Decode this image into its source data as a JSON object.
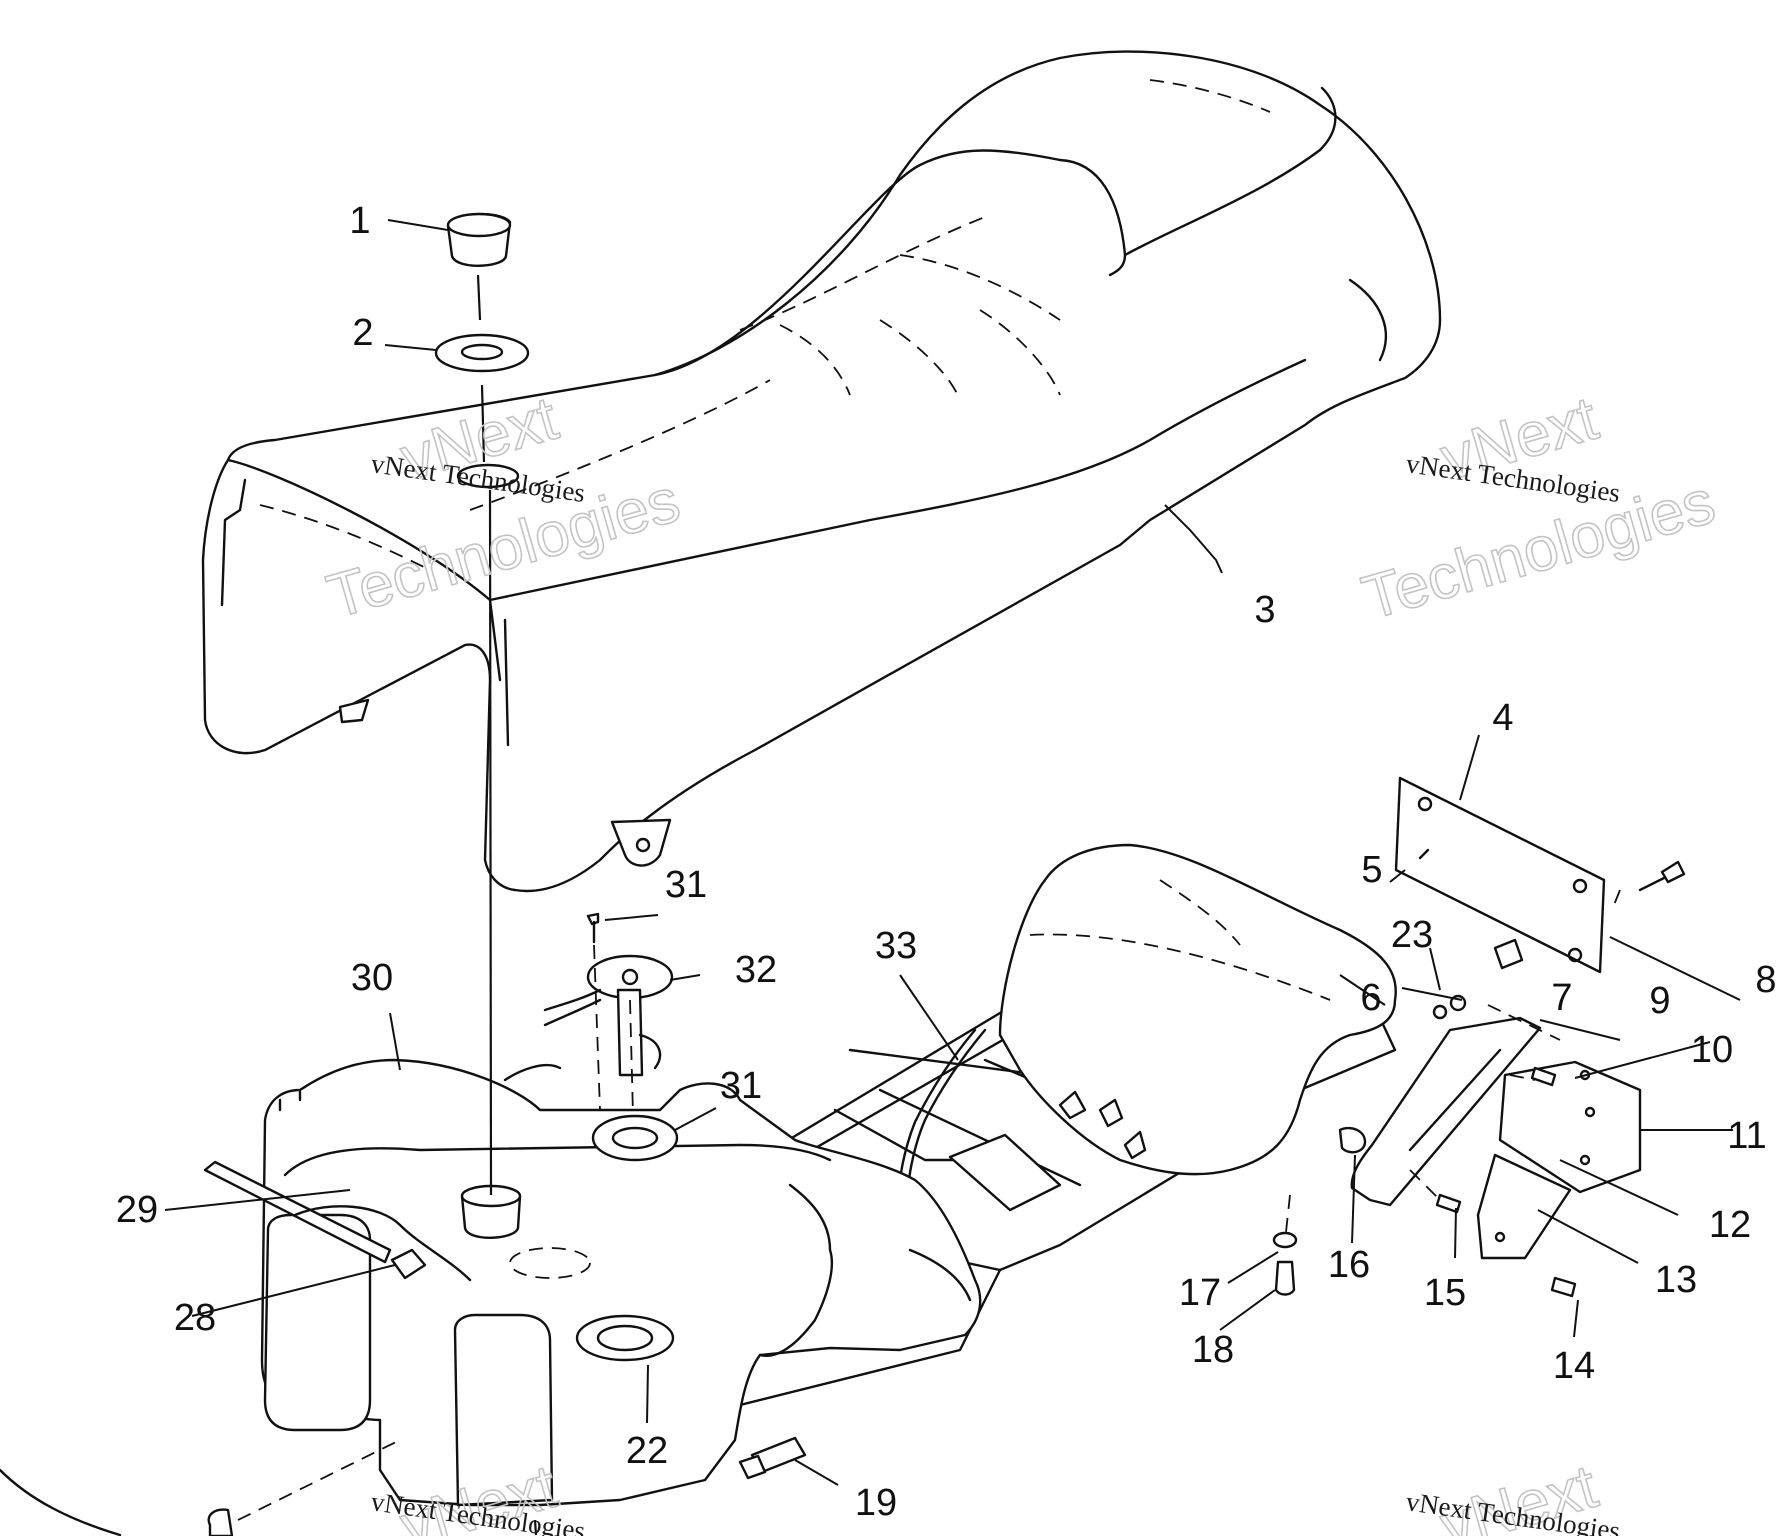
{
  "callouts": [
    {
      "id": "c1",
      "label": "1"
    },
    {
      "id": "c2",
      "label": "2"
    },
    {
      "id": "c3",
      "label": "3"
    },
    {
      "id": "c4",
      "label": "4"
    },
    {
      "id": "c5",
      "label": "5"
    },
    {
      "id": "c6",
      "label": "6"
    },
    {
      "id": "c7",
      "label": "7"
    },
    {
      "id": "c8",
      "label": "8"
    },
    {
      "id": "c9",
      "label": "9"
    },
    {
      "id": "c10",
      "label": "10"
    },
    {
      "id": "c11",
      "label": "11"
    },
    {
      "id": "c12",
      "label": "12"
    },
    {
      "id": "c13",
      "label": "13"
    },
    {
      "id": "c14",
      "label": "14"
    },
    {
      "id": "c15",
      "label": "15"
    },
    {
      "id": "c16",
      "label": "16"
    },
    {
      "id": "c17",
      "label": "17"
    },
    {
      "id": "c18",
      "label": "18"
    },
    {
      "id": "c19",
      "label": "19"
    },
    {
      "id": "c22",
      "label": "22"
    },
    {
      "id": "c23",
      "label": "23"
    },
    {
      "id": "c28",
      "label": "28"
    },
    {
      "id": "c29",
      "label": "29"
    },
    {
      "id": "c30",
      "label": "30"
    },
    {
      "id": "c31a",
      "label": "31"
    },
    {
      "id": "c31b",
      "label": "31"
    },
    {
      "id": "c32",
      "label": "32"
    },
    {
      "id": "c33",
      "label": "33"
    }
  ],
  "watermark": {
    "line_small": "vNext Technologies",
    "line_big_1": "vNext",
    "line_big_2": "Technologies"
  }
}
